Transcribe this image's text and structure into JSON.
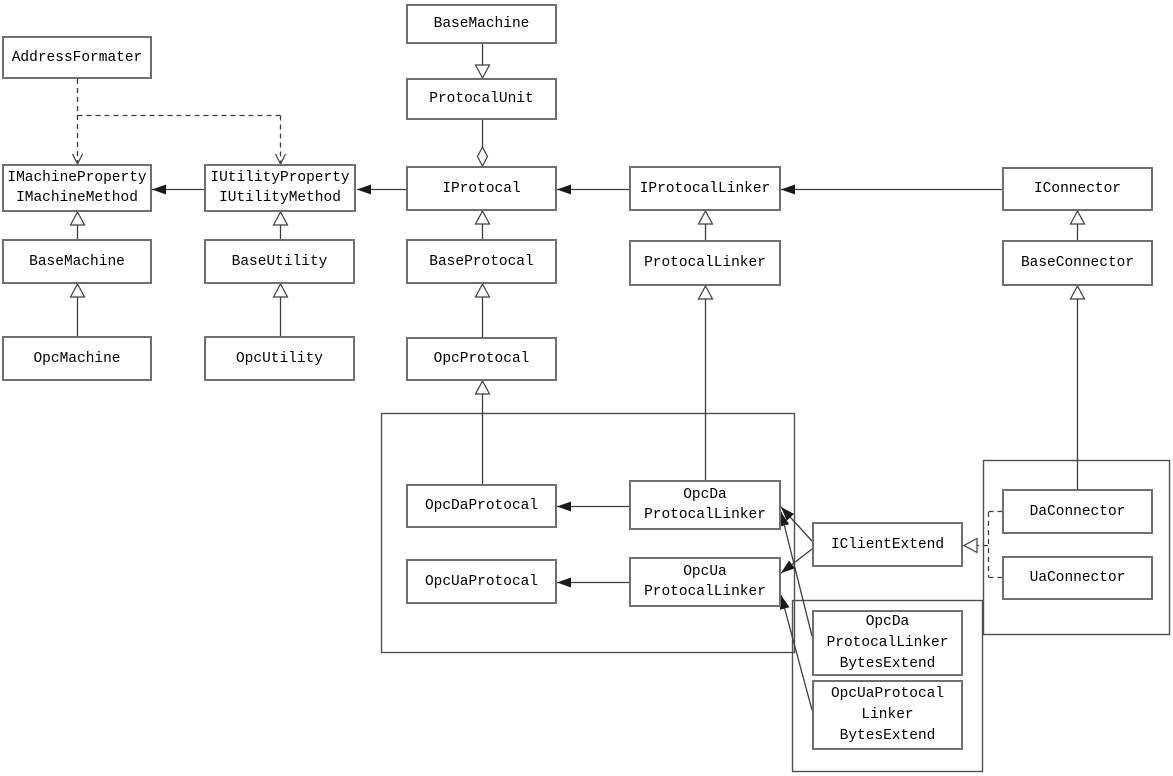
{
  "diagram_type": "uml-class-diagram",
  "colors": {
    "background": "#ffffff",
    "box_fill": "#ffffff",
    "box_border": "#6f6f6f",
    "line": "#3d3d3d",
    "text": "#000000"
  },
  "nodes": {
    "base_machine_top": {
      "label": "BaseMachine"
    },
    "protocal_unit": {
      "label": "ProtocalUnit"
    },
    "iprotocal": {
      "label": "IProtocal"
    },
    "address_formater": {
      "label": "AddressFormater"
    },
    "imachine": {
      "lines": [
        "IMachineProperty",
        "IMachineMethod"
      ]
    },
    "iutility": {
      "lines": [
        "IUtilityProperty",
        "IUtilityMethod"
      ]
    },
    "base_machine": {
      "label": "BaseMachine"
    },
    "opc_machine": {
      "label": "OpcMachine"
    },
    "base_utility": {
      "label": "BaseUtility"
    },
    "opc_utility": {
      "label": "OpcUtility"
    },
    "base_protocal": {
      "label": "BaseProtocal"
    },
    "opc_protocal": {
      "label": "OpcProtocal"
    },
    "iprotocal_linker": {
      "label": "IProtocalLinker"
    },
    "protocal_linker": {
      "label": "ProtocalLinker"
    },
    "iconnector": {
      "label": "IConnector"
    },
    "base_connector": {
      "label": "BaseConnector"
    },
    "opc_da_protocal": {
      "label": "OpcDaProtocal"
    },
    "opc_ua_protocal": {
      "label": "OpcUaProtocal"
    },
    "opc_da_protocal_linker": {
      "lines": [
        "OpcDa",
        "ProtocalLinker"
      ]
    },
    "opc_ua_protocal_linker": {
      "lines": [
        "OpcUa",
        "ProtocalLinker"
      ]
    },
    "iclient_extend": {
      "label": "IClientExtend"
    },
    "da_connector": {
      "label": "DaConnector"
    },
    "ua_connector": {
      "label": "UaConnector"
    },
    "opc_da_protocal_linker_bytes_extend": {
      "lines": [
        "OpcDa",
        "ProtocalLinker",
        "BytesExtend"
      ]
    },
    "opc_ua_protocal_linker_bytes_extend": {
      "lines": [
        "OpcUaProtocal",
        "Linker",
        "BytesExtend"
      ]
    }
  },
  "groups": [
    {
      "name": "opc-protocal-linker-group",
      "members": [
        "OpcDaProtocal",
        "OpcUaProtocal",
        "OpcDa ProtocalLinker",
        "OpcUa ProtocalLinker"
      ]
    },
    {
      "name": "connector-group",
      "members": [
        "DaConnector",
        "UaConnector"
      ]
    },
    {
      "name": "bytes-extend-group",
      "members": [
        "OpcDa ProtocalLinker BytesExtend",
        "OpcUaProtocal Linker BytesExtend"
      ]
    }
  ],
  "relations": [
    {
      "from": "BaseMachine (top)",
      "to": "ProtocalUnit",
      "type": "directed association (hollow arrow)"
    },
    {
      "from": "ProtocalUnit",
      "to": "IProtocal",
      "type": "aggregation (hollow diamond at IProtocal)"
    },
    {
      "from": "AddressFormater",
      "to": "IMachineProperty IMachineMethod",
      "type": "dependency (dashed open arrow)"
    },
    {
      "from": "AddressFormater",
      "to": "IUtilityProperty IUtilityMethod",
      "type": "dependency (dashed open arrow)"
    },
    {
      "from": "IProtocal",
      "to": "IUtilityProperty IUtilityMethod",
      "type": "directed association"
    },
    {
      "from": "IUtilityProperty IUtilityMethod",
      "to": "IMachineProperty IMachineMethod",
      "type": "directed association"
    },
    {
      "from": "IProtocalLinker",
      "to": "IProtocal",
      "type": "directed association"
    },
    {
      "from": "IConnector",
      "to": "IProtocalLinker",
      "type": "directed association"
    },
    {
      "from": "BaseMachine",
      "to": "IMachineProperty IMachineMethod",
      "type": "generalization"
    },
    {
      "from": "OpcMachine",
      "to": "BaseMachine",
      "type": "generalization"
    },
    {
      "from": "BaseUtility",
      "to": "IUtilityProperty IUtilityMethod",
      "type": "generalization"
    },
    {
      "from": "OpcUtility",
      "to": "BaseUtility",
      "type": "generalization"
    },
    {
      "from": "BaseProtocal",
      "to": "IProtocal",
      "type": "generalization"
    },
    {
      "from": "OpcProtocal",
      "to": "BaseProtocal",
      "type": "generalization"
    },
    {
      "from": "OpcDaProtocal",
      "to": "OpcProtocal",
      "type": "generalization"
    },
    {
      "from": "ProtocalLinker",
      "to": "IProtocalLinker",
      "type": "generalization"
    },
    {
      "from": "OpcDa ProtocalLinker",
      "to": "ProtocalLinker",
      "type": "generalization"
    },
    {
      "from": "BaseConnector",
      "to": "IConnector",
      "type": "generalization"
    },
    {
      "from": "DaConnector",
      "to": "BaseConnector",
      "type": "generalization"
    },
    {
      "from": "OpcDa ProtocalLinker",
      "to": "OpcDaProtocal",
      "type": "directed association"
    },
    {
      "from": "OpcUa ProtocalLinker",
      "to": "OpcUaProtocal",
      "type": "directed association"
    },
    {
      "from": "IClientExtend",
      "to": "OpcDa ProtocalLinker",
      "type": "directed association"
    },
    {
      "from": "IClientExtend",
      "to": "OpcUa ProtocalLinker",
      "type": "directed association"
    },
    {
      "from": "OpcDa ProtocalLinker BytesExtend",
      "to": "OpcDa ProtocalLinker",
      "type": "directed association"
    },
    {
      "from": "OpcUaProtocal Linker BytesExtend",
      "to": "OpcUa ProtocalLinker",
      "type": "directed association"
    },
    {
      "from": "DaConnector",
      "to": "IClientExtend",
      "type": "realization (dashed, hollow triangle)"
    },
    {
      "from": "UaConnector",
      "to": "IClientExtend",
      "type": "realization (dashed, hollow triangle)"
    }
  ]
}
